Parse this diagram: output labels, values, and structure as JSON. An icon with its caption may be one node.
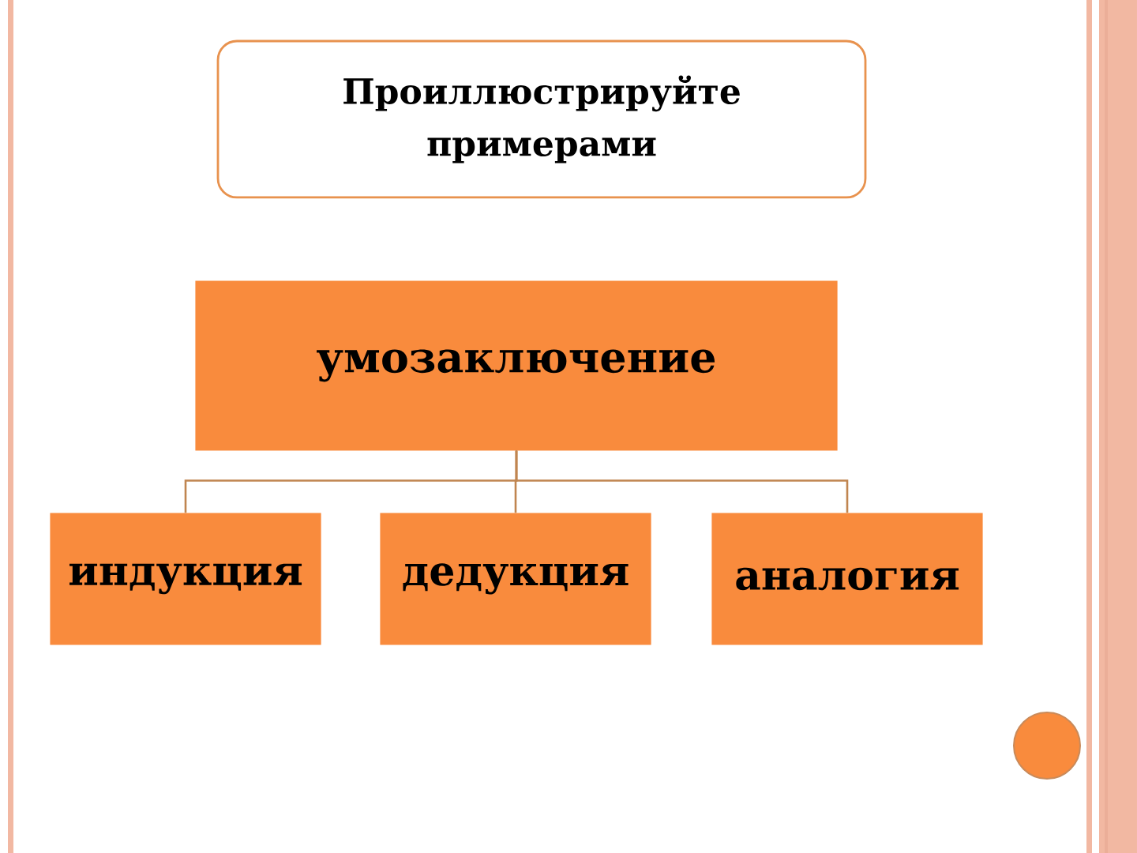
{
  "diagram": {
    "nodes": [
      {
        "text": [
          "Проиллюстрируйте примерами"
        ]
      },
      {
        "text": [
          "умозаключение"
        ]
      },
      {
        "text": [
          "индукция"
        ]
      },
      {
        "text": [
          "дедукция"
        ]
      },
      {
        "text": [
          "аналогия"
        ]
      }
    ],
    "edges": [
      {
        "from": 1,
        "to": 2,
        "arrow": "none"
      },
      {
        "from": 1,
        "to": 3,
        "arrow": "none"
      },
      {
        "from": 1,
        "to": 4,
        "arrow": "none"
      }
    ]
  }
}
